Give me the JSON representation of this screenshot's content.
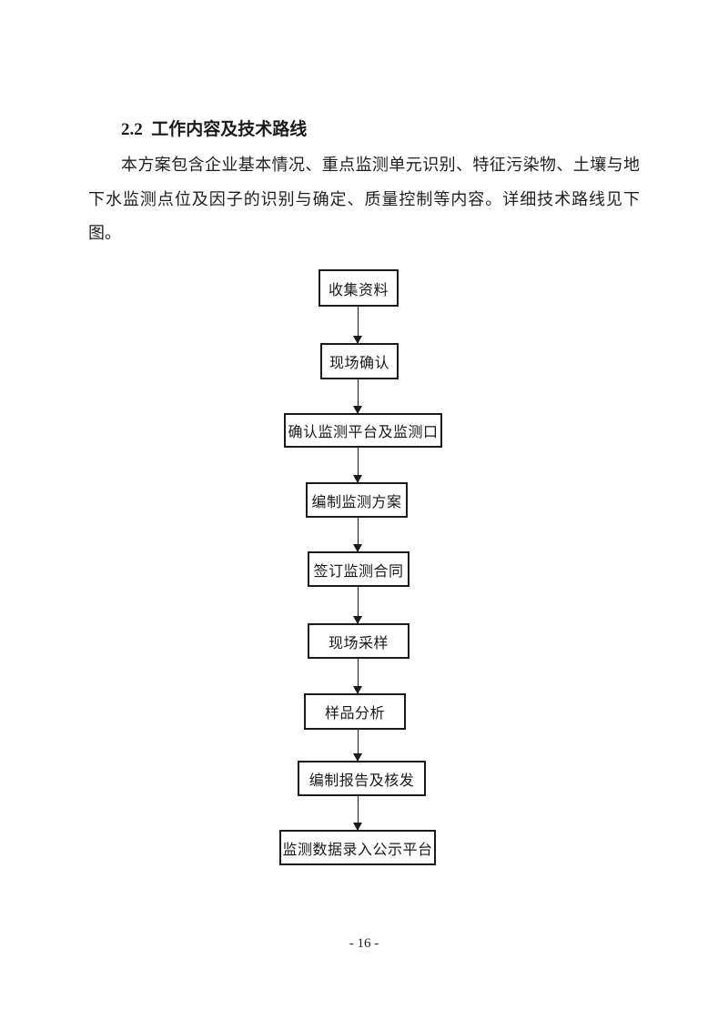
{
  "page": {
    "number": "- 16 -",
    "background_color": "#ffffff",
    "text_color": "#1f1f1f",
    "border_color": "#1a1a1a"
  },
  "section": {
    "heading": "2.2  工作内容及技术路线",
    "paragraph": "本方案包含企业基本情况、重点监测单元识别、特征污染物、土壤与地下水监测点位及因子的识别与确定、质量控制等内容。详细技术路线见下图。"
  },
  "flowchart": {
    "steps": [
      {
        "label": "收集资料"
      },
      {
        "label": "现场确认"
      },
      {
        "label": "确认监测平台及监测口"
      },
      {
        "label": "编制监测方案"
      },
      {
        "label": "签订监测合同"
      },
      {
        "label": "现场采样"
      },
      {
        "label": "样品分析"
      },
      {
        "label": "编制报告及核发"
      },
      {
        "label": "监测数据录入公示平台"
      }
    ]
  }
}
